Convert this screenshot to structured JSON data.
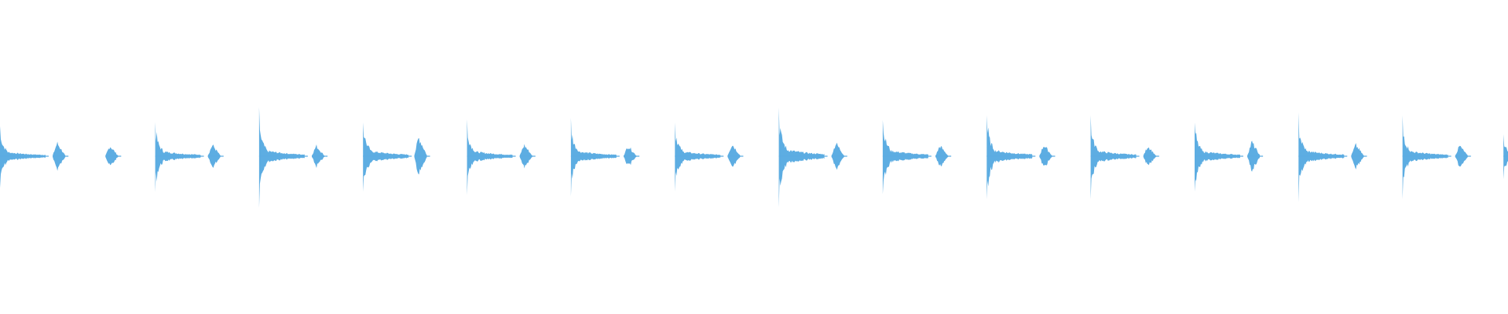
{
  "waveform": {
    "color": "#5DADE2",
    "background": "#FFFFFF",
    "amplitude_peak": 1.0,
    "hits": [
      {
        "t": 0.0,
        "amp": 0.62,
        "type": "main"
      },
      {
        "t": 0.035,
        "amp": 0.28,
        "type": "small"
      },
      {
        "t": 0.07,
        "amp": 0.22,
        "type": "small"
      },
      {
        "t": 0.103,
        "amp": 0.72,
        "type": "main"
      },
      {
        "t": 0.138,
        "amp": 0.24,
        "type": "small"
      },
      {
        "t": 0.172,
        "amp": 0.82,
        "type": "main"
      },
      {
        "t": 0.207,
        "amp": 0.22,
        "type": "small"
      },
      {
        "t": 0.241,
        "amp": 0.78,
        "type": "main"
      },
      {
        "t": 0.275,
        "amp": 0.4,
        "type": "small"
      },
      {
        "t": 0.31,
        "amp": 0.7,
        "type": "main"
      },
      {
        "t": 0.345,
        "amp": 0.24,
        "type": "small"
      },
      {
        "t": 0.379,
        "amp": 0.72,
        "type": "main"
      },
      {
        "t": 0.414,
        "amp": 0.22,
        "type": "small"
      },
      {
        "t": 0.448,
        "amp": 0.7,
        "type": "main"
      },
      {
        "t": 0.483,
        "amp": 0.26,
        "type": "small"
      },
      {
        "t": 0.517,
        "amp": 1.0,
        "type": "main"
      },
      {
        "t": 0.552,
        "amp": 0.28,
        "type": "small"
      },
      {
        "t": 0.586,
        "amp": 0.84,
        "type": "main"
      },
      {
        "t": 0.621,
        "amp": 0.22,
        "type": "small"
      },
      {
        "t": 0.655,
        "amp": 0.88,
        "type": "main"
      },
      {
        "t": 0.69,
        "amp": 0.24,
        "type": "small"
      },
      {
        "t": 0.724,
        "amp": 0.78,
        "type": "main"
      },
      {
        "t": 0.759,
        "amp": 0.22,
        "type": "small"
      },
      {
        "t": 0.793,
        "amp": 0.74,
        "type": "main"
      },
      {
        "t": 0.828,
        "amp": 0.3,
        "type": "small"
      },
      {
        "t": 0.862,
        "amp": 0.8,
        "type": "main"
      },
      {
        "t": 0.897,
        "amp": 0.24,
        "type": "small"
      },
      {
        "t": 0.931,
        "amp": 0.74,
        "type": "main"
      },
      {
        "t": 0.966,
        "amp": 0.22,
        "type": "small"
      },
      {
        "t": 0.998,
        "amp": 0.42,
        "type": "main"
      }
    ]
  }
}
